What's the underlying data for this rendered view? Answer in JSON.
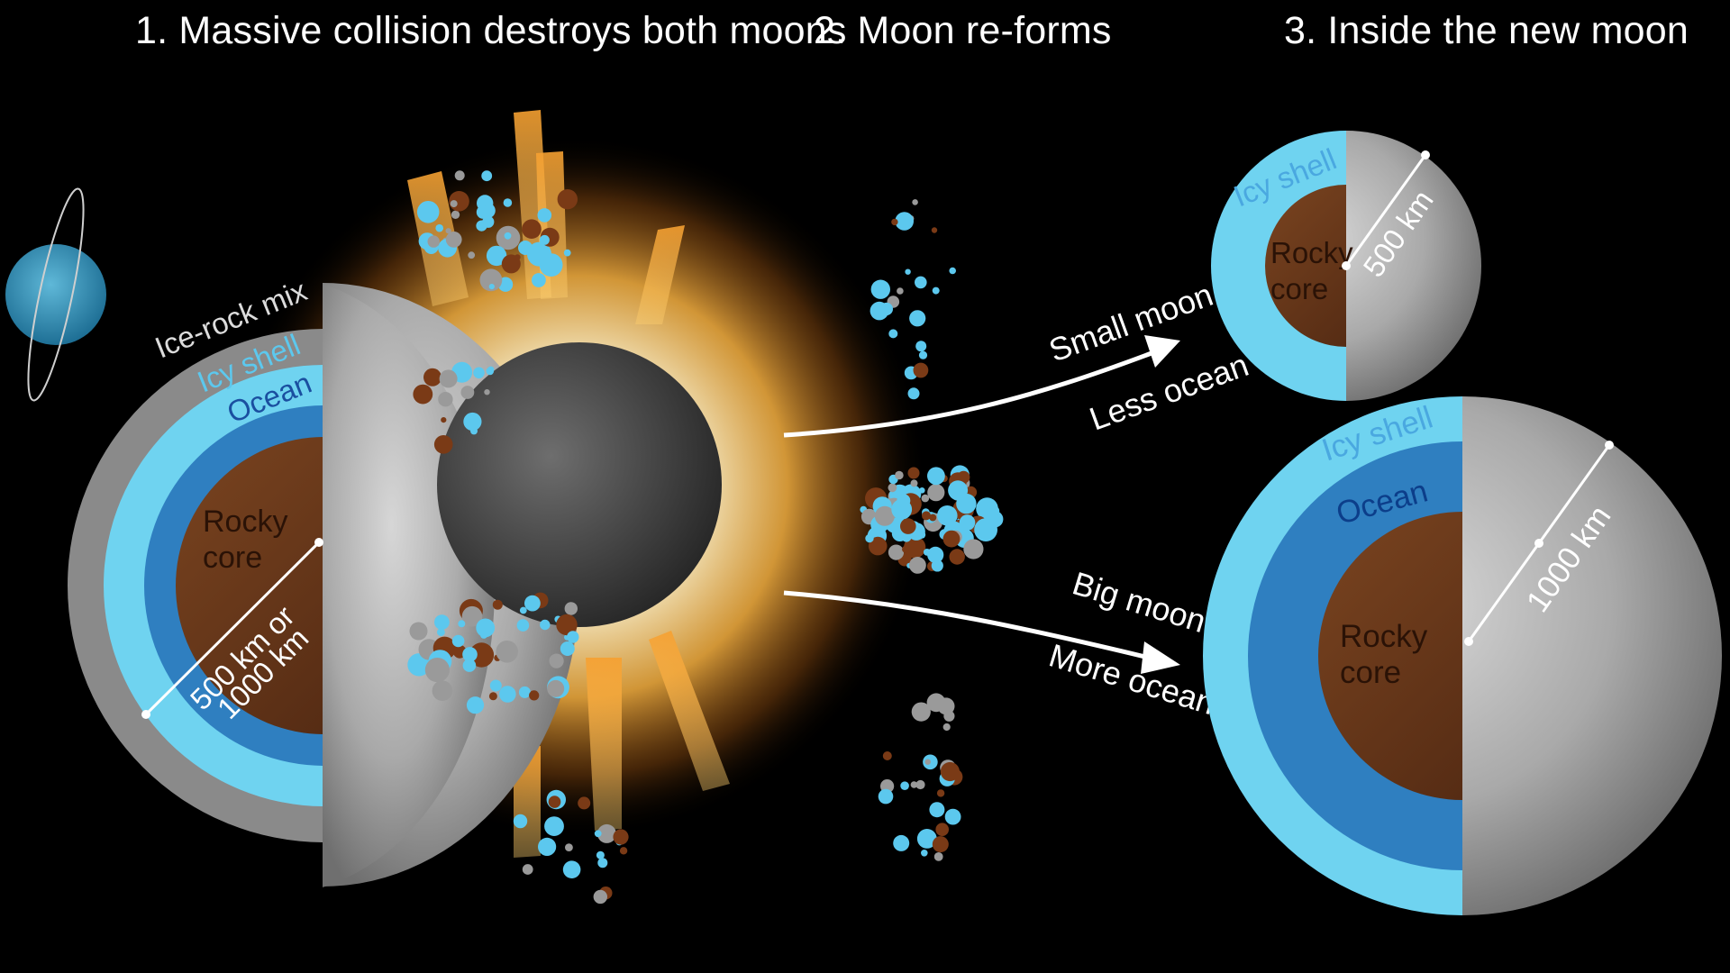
{
  "headings": {
    "step1": "1. Massive collision destroys both moons",
    "step2": "2. Moon re-forms",
    "step3": "3. Inside the new moon"
  },
  "original_moon": {
    "layer_labels": [
      "Ice-rock mix",
      "Icy shell",
      "Ocean"
    ],
    "core_label": [
      "Rocky",
      "core"
    ],
    "size_label": [
      "500 km or",
      "1000 km"
    ]
  },
  "paths": {
    "upper": [
      "Small moon",
      "Less ocean"
    ],
    "lower": [
      "Big moon",
      "More ocean"
    ]
  },
  "small_moon": {
    "shell_label": "Icy shell",
    "core_label": [
      "Rocky",
      "core"
    ],
    "size_label": "500 km"
  },
  "big_moon": {
    "shell_label": "Icy shell",
    "ocean_label": "Ocean",
    "core_label": [
      "Rocky",
      "core"
    ],
    "size_label": "1000 km"
  },
  "colors": {
    "background": "#000000",
    "ice_rock_mix": "#8a8a8a",
    "icy_shell": "#6fd3f0",
    "ocean": "#2f7fc0",
    "rocky_core": "#6b3a1c",
    "debris_ice": "#5cc8ee",
    "debris_rock": "#7a3a16",
    "debris_grey": "#9a9a9a",
    "explosion_glow": "#f6b040"
  }
}
